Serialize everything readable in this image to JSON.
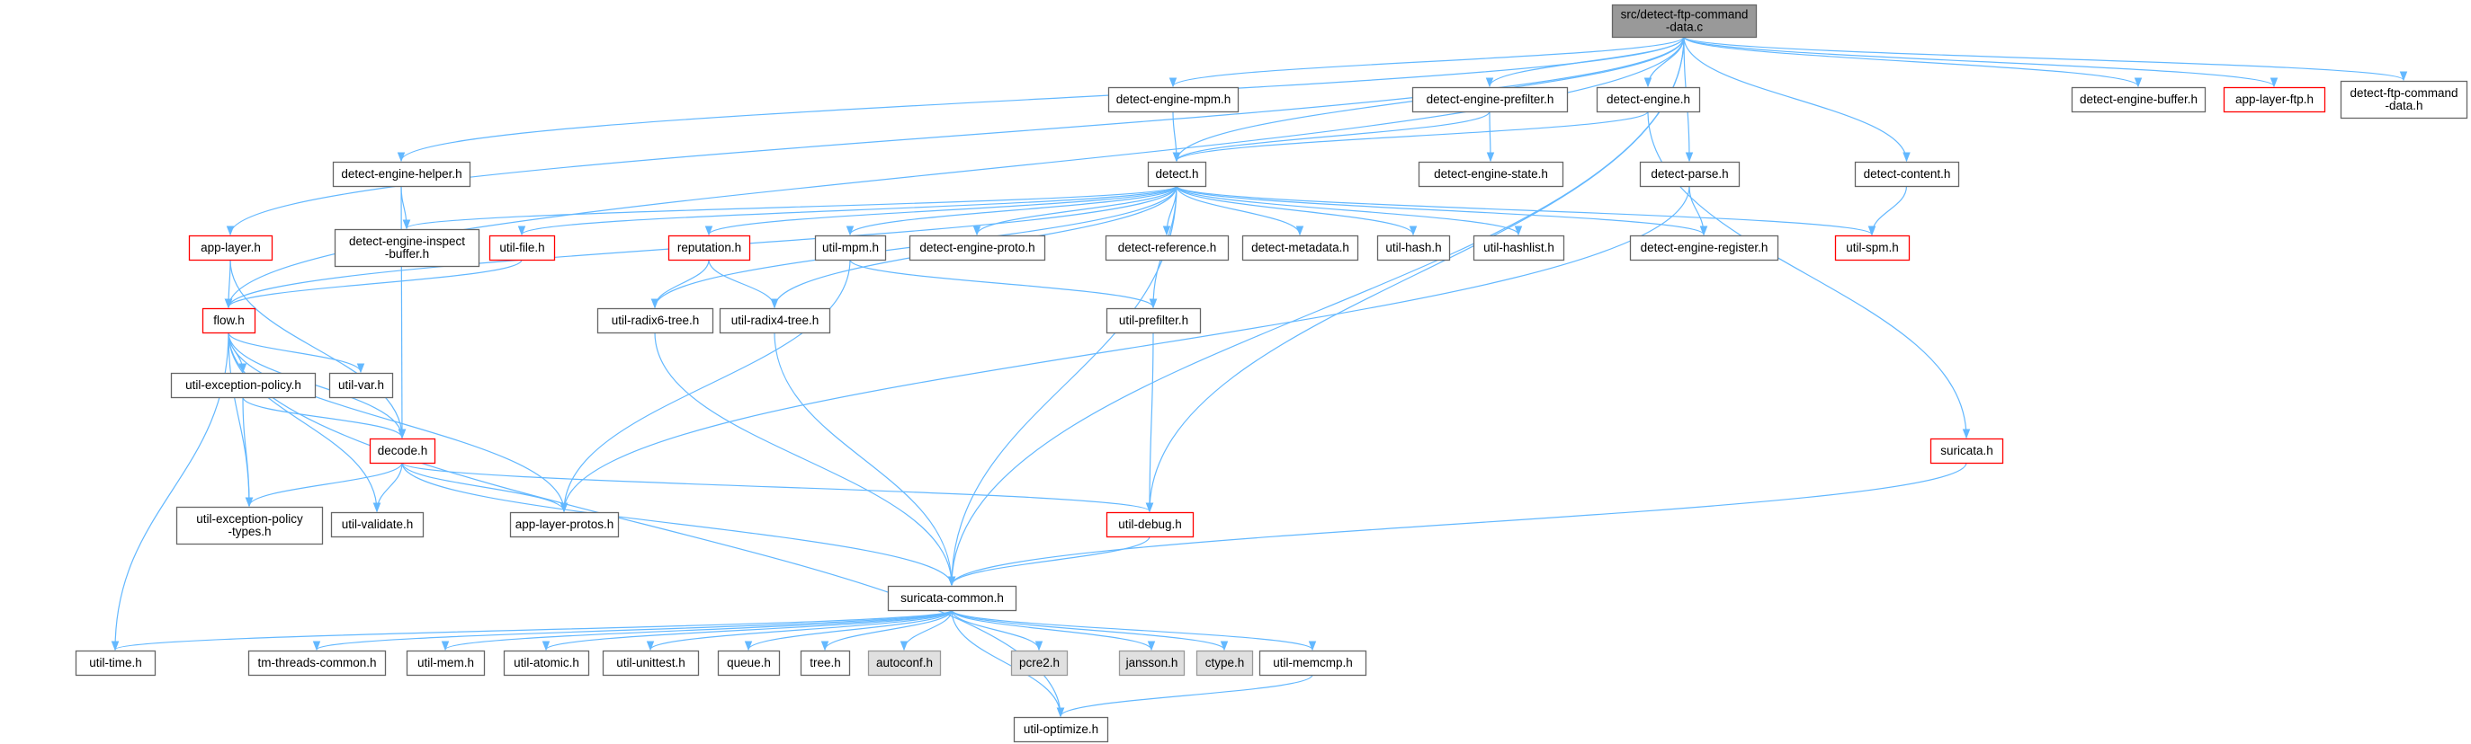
{
  "colors": {
    "edge": "#63b8ff",
    "root_fill": "#999999",
    "normal_border": "#666666",
    "normal_fill": "#ffffff",
    "truncated_border": "#ff0000",
    "system_fill": "#e0e0e0",
    "system_border": "#999999"
  },
  "nodes": [
    {
      "id": "root",
      "lines": [
        "src/detect-ftp-command",
        "-data.c"
      ],
      "kind": "root"
    },
    {
      "id": "detect-engine-mpm",
      "lines": [
        "detect-engine-mpm.h"
      ],
      "kind": "normal"
    },
    {
      "id": "detect-engine-prefilter",
      "lines": [
        "detect-engine-prefilter.h"
      ],
      "kind": "normal"
    },
    {
      "id": "detect-engine",
      "lines": [
        "detect-engine.h"
      ],
      "kind": "normal"
    },
    {
      "id": "detect-engine-buffer",
      "lines": [
        "detect-engine-buffer.h"
      ],
      "kind": "normal"
    },
    {
      "id": "app-layer-ftp",
      "lines": [
        "app-layer-ftp.h"
      ],
      "kind": "truncated"
    },
    {
      "id": "detect-ftp-command-data",
      "lines": [
        "detect-ftp-command",
        "-data.h"
      ],
      "kind": "normal"
    },
    {
      "id": "detect-engine-helper",
      "lines": [
        "detect-engine-helper.h"
      ],
      "kind": "normal"
    },
    {
      "id": "detect-engine-state",
      "lines": [
        "detect-engine-state.h"
      ],
      "kind": "normal"
    },
    {
      "id": "detect",
      "lines": [
        "detect.h"
      ],
      "kind": "normal"
    },
    {
      "id": "detect-parse",
      "lines": [
        "detect-parse.h"
      ],
      "kind": "normal"
    },
    {
      "id": "detect-content",
      "lines": [
        "detect-content.h"
      ],
      "kind": "normal"
    },
    {
      "id": "app-layer",
      "lines": [
        "app-layer.h"
      ],
      "kind": "truncated"
    },
    {
      "id": "detect-engine-inspect-buffer",
      "lines": [
        "detect-engine-inspect",
        "-buffer.h"
      ],
      "kind": "normal"
    },
    {
      "id": "util-file",
      "lines": [
        "util-file.h"
      ],
      "kind": "truncated"
    },
    {
      "id": "reputation",
      "lines": [
        "reputation.h"
      ],
      "kind": "truncated"
    },
    {
      "id": "util-mpm",
      "lines": [
        "util-mpm.h"
      ],
      "kind": "normal"
    },
    {
      "id": "detect-engine-proto",
      "lines": [
        "detect-engine-proto.h"
      ],
      "kind": "normal"
    },
    {
      "id": "detect-reference",
      "lines": [
        "detect-reference.h"
      ],
      "kind": "normal"
    },
    {
      "id": "detect-metadata",
      "lines": [
        "detect-metadata.h"
      ],
      "kind": "normal"
    },
    {
      "id": "util-hash",
      "lines": [
        "util-hash.h"
      ],
      "kind": "normal"
    },
    {
      "id": "util-hashlist",
      "lines": [
        "util-hashlist.h"
      ],
      "kind": "normal"
    },
    {
      "id": "detect-engine-register",
      "lines": [
        "detect-engine-register.h"
      ],
      "kind": "normal"
    },
    {
      "id": "util-spm",
      "lines": [
        "util-spm.h"
      ],
      "kind": "truncated"
    },
    {
      "id": "flow",
      "lines": [
        "flow.h"
      ],
      "kind": "truncated"
    },
    {
      "id": "util-radix6-tree",
      "lines": [
        "util-radix6-tree.h"
      ],
      "kind": "normal"
    },
    {
      "id": "util-radix4-tree",
      "lines": [
        "util-radix4-tree.h"
      ],
      "kind": "normal"
    },
    {
      "id": "util-prefilter",
      "lines": [
        "util-prefilter.h"
      ],
      "kind": "normal"
    },
    {
      "id": "util-exception-policy",
      "lines": [
        "util-exception-policy.h"
      ],
      "kind": "normal"
    },
    {
      "id": "util-var",
      "lines": [
        "util-var.h"
      ],
      "kind": "normal"
    },
    {
      "id": "decode",
      "lines": [
        "decode.h"
      ],
      "kind": "truncated"
    },
    {
      "id": "suricata",
      "lines": [
        "suricata.h"
      ],
      "kind": "truncated"
    },
    {
      "id": "util-exception-policy-types",
      "lines": [
        "util-exception-policy",
        "-types.h"
      ],
      "kind": "normal"
    },
    {
      "id": "util-validate",
      "lines": [
        "util-validate.h"
      ],
      "kind": "normal"
    },
    {
      "id": "app-layer-protos",
      "lines": [
        "app-layer-protos.h"
      ],
      "kind": "normal"
    },
    {
      "id": "util-debug",
      "lines": [
        "util-debug.h"
      ],
      "kind": "truncated"
    },
    {
      "id": "suricata-common",
      "lines": [
        "suricata-common.h"
      ],
      "kind": "normal"
    },
    {
      "id": "util-time",
      "lines": [
        "util-time.h"
      ],
      "kind": "normal"
    },
    {
      "id": "tm-threads-common",
      "lines": [
        "tm-threads-common.h"
      ],
      "kind": "normal"
    },
    {
      "id": "util-mem",
      "lines": [
        "util-mem.h"
      ],
      "kind": "normal"
    },
    {
      "id": "util-atomic",
      "lines": [
        "util-atomic.h"
      ],
      "kind": "normal"
    },
    {
      "id": "util-unittest",
      "lines": [
        "util-unittest.h"
      ],
      "kind": "normal"
    },
    {
      "id": "queue",
      "lines": [
        "queue.h"
      ],
      "kind": "normal"
    },
    {
      "id": "tree",
      "lines": [
        "tree.h"
      ],
      "kind": "normal"
    },
    {
      "id": "autoconf",
      "lines": [
        "autoconf.h"
      ],
      "kind": "system"
    },
    {
      "id": "pcre2",
      "lines": [
        "pcre2.h"
      ],
      "kind": "system"
    },
    {
      "id": "jansson",
      "lines": [
        "jansson.h"
      ],
      "kind": "system"
    },
    {
      "id": "ctype",
      "lines": [
        "ctype.h"
      ],
      "kind": "system"
    },
    {
      "id": "util-memcmp",
      "lines": [
        "util-memcmp.h"
      ],
      "kind": "normal"
    },
    {
      "id": "util-optimize",
      "lines": [
        "util-optimize.h"
      ],
      "kind": "normal"
    }
  ],
  "edges": [
    [
      "root",
      "detect-engine-mpm"
    ],
    [
      "root",
      "detect-engine-prefilter"
    ],
    [
      "root",
      "detect-engine"
    ],
    [
      "root",
      "detect-engine-buffer"
    ],
    [
      "root",
      "app-layer-ftp"
    ],
    [
      "root",
      "detect-ftp-command-data"
    ],
    [
      "root",
      "detect-engine-helper"
    ],
    [
      "root",
      "detect"
    ],
    [
      "root",
      "detect-parse"
    ],
    [
      "root",
      "detect-content"
    ],
    [
      "root",
      "app-layer"
    ],
    [
      "root",
      "flow"
    ],
    [
      "root",
      "util-debug"
    ],
    [
      "root",
      "suricata-common"
    ],
    [
      "detect-engine-mpm",
      "detect"
    ],
    [
      "detect-engine-prefilter",
      "detect"
    ],
    [
      "detect-engine-prefilter",
      "detect-engine-state"
    ],
    [
      "detect-engine",
      "detect"
    ],
    [
      "detect-engine",
      "suricata"
    ],
    [
      "detect-engine-helper",
      "detect-engine-inspect-buffer"
    ],
    [
      "detect-engine-helper",
      "decode"
    ],
    [
      "detect-parse",
      "detect-engine-register"
    ],
    [
      "detect-parse",
      "app-layer-protos"
    ],
    [
      "detect-content",
      "util-spm"
    ],
    [
      "detect",
      "detect-engine-inspect-buffer"
    ],
    [
      "detect",
      "util-file"
    ],
    [
      "detect",
      "reputation"
    ],
    [
      "detect",
      "util-mpm"
    ],
    [
      "detect",
      "detect-engine-proto"
    ],
    [
      "detect",
      "detect-reference"
    ],
    [
      "detect",
      "detect-metadata"
    ],
    [
      "detect",
      "util-hash"
    ],
    [
      "detect",
      "util-hashlist"
    ],
    [
      "detect",
      "detect-engine-register"
    ],
    [
      "detect",
      "util-spm"
    ],
    [
      "detect",
      "flow"
    ],
    [
      "detect",
      "util-radix6-tree"
    ],
    [
      "detect",
      "util-radix4-tree"
    ],
    [
      "detect",
      "util-prefilter"
    ],
    [
      "detect",
      "suricata-common"
    ],
    [
      "app-layer",
      "flow"
    ],
    [
      "app-layer",
      "decode"
    ],
    [
      "util-file",
      "flow"
    ],
    [
      "reputation",
      "util-radix6-tree"
    ],
    [
      "reputation",
      "util-radix4-tree"
    ],
    [
      "util-mpm",
      "util-prefilter"
    ],
    [
      "util-mpm",
      "app-layer-protos"
    ],
    [
      "flow",
      "util-exception-policy"
    ],
    [
      "flow",
      "util-var"
    ],
    [
      "flow",
      "decode"
    ],
    [
      "flow",
      "util-exception-policy-types"
    ],
    [
      "flow",
      "util-validate"
    ],
    [
      "flow",
      "app-layer-protos"
    ],
    [
      "flow",
      "util-time"
    ],
    [
      "flow",
      "util-optimize"
    ],
    [
      "util-radix6-tree",
      "suricata-common"
    ],
    [
      "util-radix4-tree",
      "suricata-common"
    ],
    [
      "util-prefilter",
      "util-debug"
    ],
    [
      "util-exception-policy",
      "decode"
    ],
    [
      "util-exception-policy",
      "util-exception-policy-types"
    ],
    [
      "decode",
      "util-exception-policy-types"
    ],
    [
      "decode",
      "util-validate"
    ],
    [
      "decode",
      "app-layer-protos"
    ],
    [
      "decode",
      "util-debug"
    ],
    [
      "decode",
      "suricata-common"
    ],
    [
      "suricata",
      "suricata-common"
    ],
    [
      "util-debug",
      "suricata-common"
    ],
    [
      "suricata-common",
      "util-time"
    ],
    [
      "suricata-common",
      "tm-threads-common"
    ],
    [
      "suricata-common",
      "util-mem"
    ],
    [
      "suricata-common",
      "util-atomic"
    ],
    [
      "suricata-common",
      "util-unittest"
    ],
    [
      "suricata-common",
      "queue"
    ],
    [
      "suricata-common",
      "tree"
    ],
    [
      "suricata-common",
      "autoconf"
    ],
    [
      "suricata-common",
      "pcre2"
    ],
    [
      "suricata-common",
      "jansson"
    ],
    [
      "suricata-common",
      "ctype"
    ],
    [
      "suricata-common",
      "util-memcmp"
    ],
    [
      "suricata-common",
      "util-optimize"
    ],
    [
      "util-memcmp",
      "util-optimize"
    ]
  ]
}
